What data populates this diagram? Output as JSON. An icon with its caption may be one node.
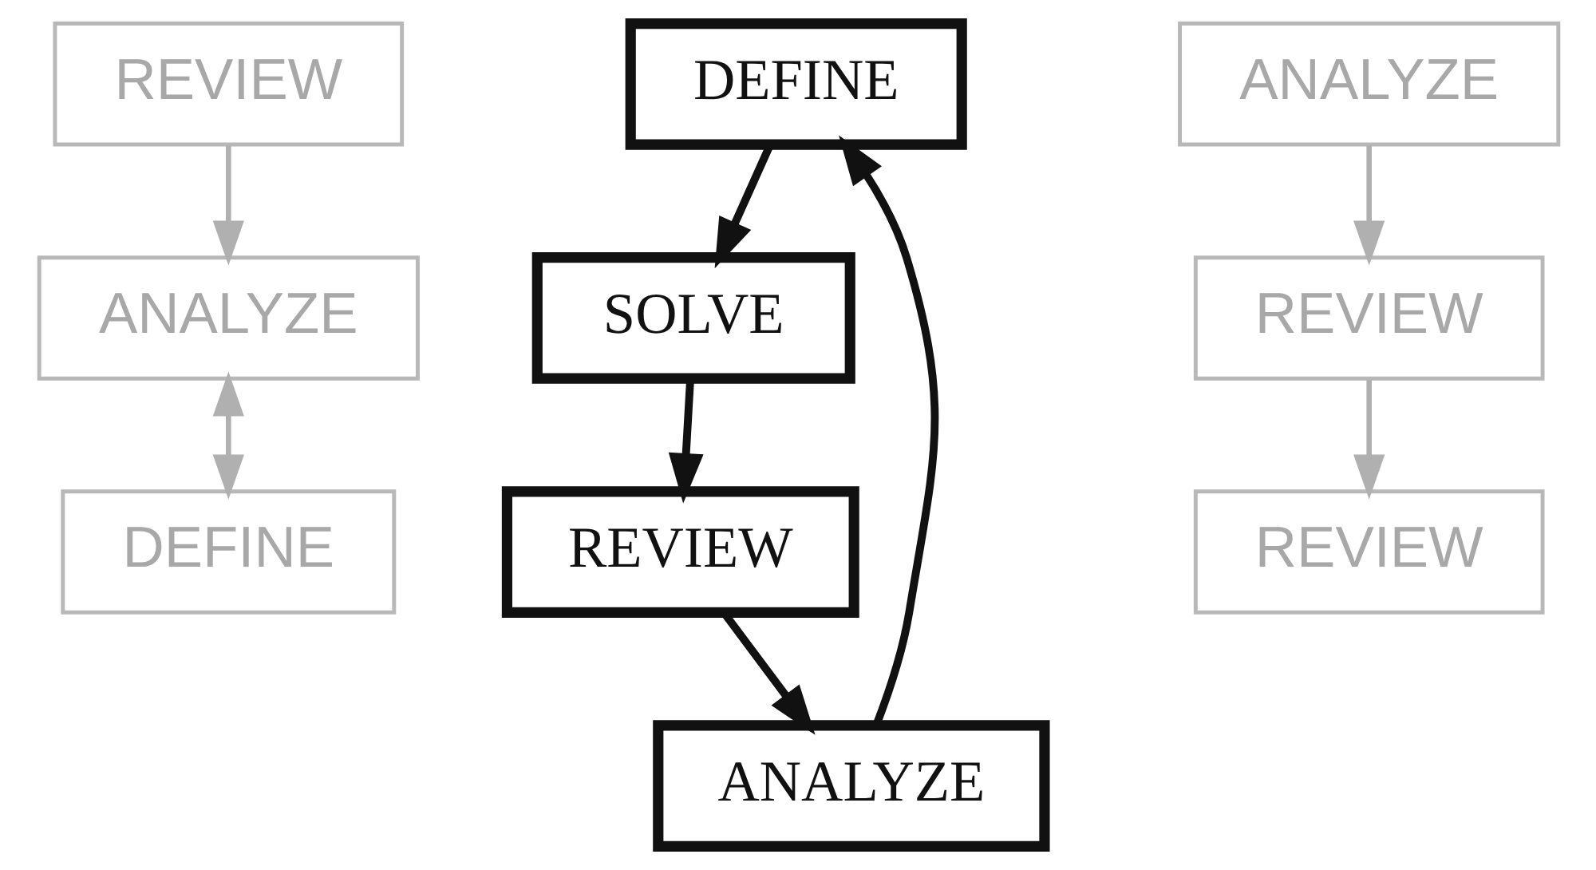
{
  "diagram": {
    "nodes": [
      {
        "text": [
          "DEFINE"
        ]
      },
      {
        "text": [
          "DEFINE"
        ]
      },
      {
        "text": [
          "ANALYZE"
        ]
      },
      {
        "text": [
          "ANALYZE"
        ]
      },
      {
        "text": [
          "ANALYZE"
        ]
      },
      {
        "text": [
          "SOLVE"
        ]
      },
      {
        "text": [
          "REVIEW"
        ]
      },
      {
        "text": [
          "REVIEW"
        ]
      },
      {
        "text": [
          "REVIEW"
        ]
      },
      {
        "text": [
          "REVIEW"
        ]
      }
    ],
    "edges": [
      {
        "from": 1,
        "to": 5,
        "arrow": "to"
      },
      {
        "from": 5,
        "to": 7,
        "arrow": "to"
      },
      {
        "from": 7,
        "to": 3,
        "arrow": "to"
      },
      {
        "from": 3,
        "to": 1,
        "arrow": "to"
      },
      {
        "from": 2,
        "to": 6,
        "arrow": "to",
        "color": "#b0b0b0"
      },
      {
        "from": 6,
        "to": 9,
        "arrow": "to",
        "color": "#b0b0b0"
      },
      {
        "from": 8,
        "to": 4,
        "arrow": "to",
        "color": "#b0b0b0"
      },
      {
        "from": 4,
        "to": 0,
        "arrow": "both",
        "color": "#b0b0b0"
      }
    ]
  }
}
